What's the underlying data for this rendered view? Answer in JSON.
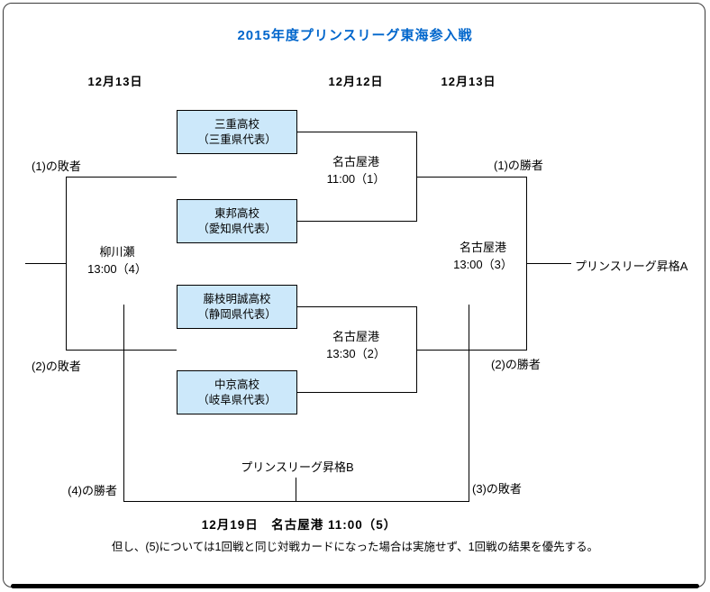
{
  "title": "2015年度プリンスリーグ東海参入戦",
  "colors": {
    "title_blue": "#0066cc",
    "team_box_fill": "#cce8fa",
    "line_color": "#000000"
  },
  "date_headers": [
    {
      "label": "12月13日"
    },
    {
      "label": "12月12日"
    },
    {
      "label": "12月13日"
    }
  ],
  "teams": [
    {
      "name": "三重高校",
      "prefecture": "（三重県代表）"
    },
    {
      "name": "東邦高校",
      "prefecture": "（愛知県代表）"
    },
    {
      "name": "藤枝明誠高校",
      "prefecture": "（静岡県代表）"
    },
    {
      "name": "中京高校",
      "prefecture": "（岐阜県代表）"
    }
  ],
  "matches": {
    "m1": {
      "venue": "名古屋港",
      "time": "11:00（1）"
    },
    "m2": {
      "venue": "名古屋港",
      "time": "13:30（2）"
    },
    "m3": {
      "venue": "名古屋港",
      "time": "13:00（3）"
    },
    "m4": {
      "venue": "柳川瀬",
      "time": "13:00（4）"
    }
  },
  "labels": {
    "loser1": "(1)の敗者",
    "loser2": "(2)の敗者",
    "winner1": "(1)の勝者",
    "winner2": "(2)の勝者",
    "winner4": "(4)の勝者",
    "loser3": "(3)の敗者",
    "promotion_a": "プリンスリーグ昇格A",
    "promotion_b": "プリンスリーグ昇格B"
  },
  "footer": {
    "match5": "12月19日　名古屋港 11:00（5）",
    "note": "但し、(5)については1回戦と同じ対戦カードになった場合は実施せず、1回戦の結果を優先する。"
  }
}
